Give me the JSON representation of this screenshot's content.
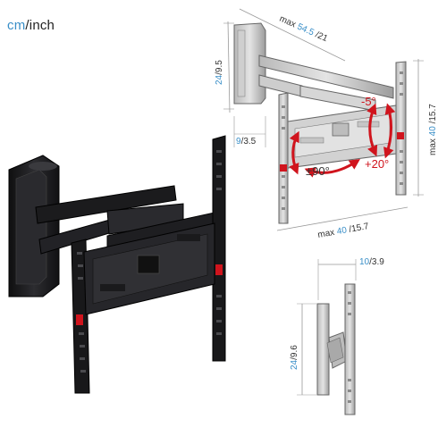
{
  "units": {
    "metric": "cm",
    "separator": "/",
    "imperial": "inch"
  },
  "dimensions": {
    "max_extension": {
      "prefix": "max",
      "cm": "54.5",
      "inch": "/21"
    },
    "height_arm": {
      "cm": "24",
      "inch": "/9.5"
    },
    "depth_min": {
      "cm": "9",
      "inch": "/3.5"
    },
    "vesa_vertical": {
      "prefix": "max",
      "cm": "40",
      "inch": "/15.7"
    },
    "vesa_horizontal": {
      "prefix": "max",
      "cm": "40",
      "inch": "/15.7"
    },
    "profile_depth": {
      "cm": "10",
      "inch": "/3.9"
    },
    "profile_height": {
      "cm": "24",
      "inch": "/9.6"
    }
  },
  "angles": {
    "tilt_up": "-5°",
    "tilt_down": "+20°",
    "swivel": "±90°"
  },
  "colors": {
    "accent_blue": "#3a8fc8",
    "angle_red": "#d0141d",
    "bracket_dark": "#1c1c1e",
    "line_gray": "#999999"
  }
}
